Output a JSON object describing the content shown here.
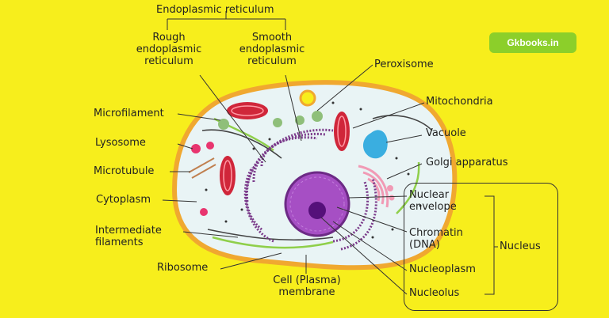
{
  "badge": "Gkbooks.in",
  "labels": {
    "endoplasmic_reticulum": "Endoplasmic reticulum",
    "rough_er": "Rough endoplasmic reticulum",
    "rough_er_l1": "Rough",
    "rough_er_l2": "endoplasmic",
    "rough_er_l3": "reticulum",
    "smooth_er_l1": "Smooth",
    "smooth_er_l2": "endoplasmic",
    "smooth_er_l3": "reticulum",
    "peroxisome": "Peroxisome",
    "mitochondria": "Mitochondria",
    "vacuole": "Vacuole",
    "golgi": "Golgi apparatus",
    "nuclear_envelope_l1": "Nuclear",
    "nuclear_envelope_l2": "envelope",
    "chromatin_l1": "Chromatin",
    "chromatin_l2": "(DNA)",
    "nucleoplasm": "Nucleoplasm",
    "nucleolus": "Nucleolus",
    "nucleus": "Nucleus",
    "microfilament": "Microfilament",
    "lysosome": "Lysosome",
    "microtubule": "Microtubule",
    "cytoplasm": "Cytoplasm",
    "intermediate_l1": "Intermediate",
    "intermediate_l2": "filaments",
    "ribosome": "Ribosome",
    "membrane_l1": "Cell (Plasma)",
    "membrane_l2": "membrane"
  }
}
